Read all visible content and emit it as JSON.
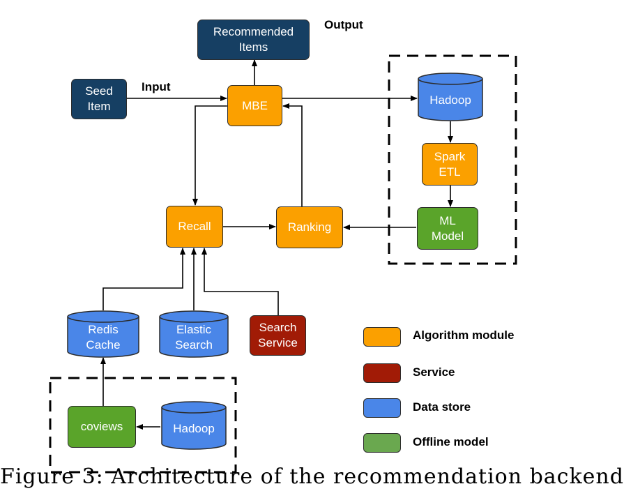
{
  "labels": {
    "output": "Output",
    "input": "Input"
  },
  "nodes": {
    "recommended_items": "Recommended\nItems",
    "seed_item": "Seed\nItem",
    "mbe": "MBE",
    "recall": "Recall",
    "ranking": "Ranking",
    "hadoop_top": "Hadoop",
    "spark_etl": "Spark\nETL",
    "ml_model": "ML\nModel",
    "redis_cache": "Redis\nCache",
    "elastic_search": "Elastic\nSearch",
    "search_service": "Search\nService",
    "coviews": "coviews",
    "hadoop_bottom": "Hadoop"
  },
  "legend": [
    {
      "label": "Algorithm module",
      "color": "#fba000"
    },
    {
      "label": "Service",
      "color": "#a11b06"
    },
    {
      "label": "Data store",
      "color": "#4a86e8"
    },
    {
      "label": "Offline model",
      "color": "#6aa84f"
    }
  ],
  "colors": {
    "dark_navy": "#163f63",
    "algorithm": "#fba000",
    "service": "#a11b06",
    "data_store": "#4a86e8",
    "offline_model": "#5aa42a"
  },
  "caption": "Figure 3: Architecture of the recommendation backend"
}
